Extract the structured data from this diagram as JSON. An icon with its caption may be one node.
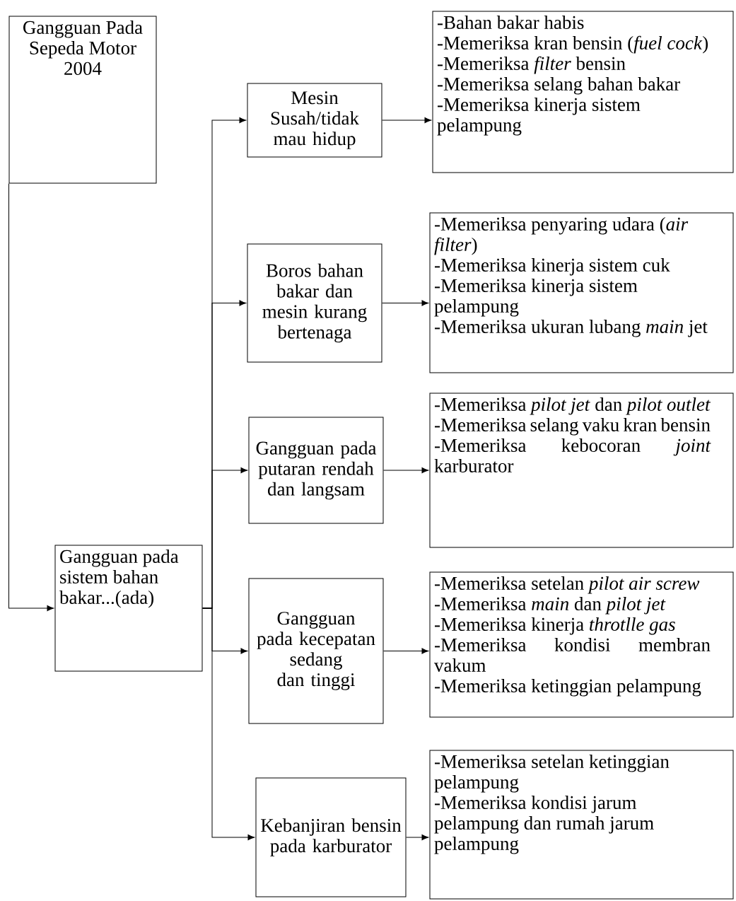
{
  "diagram": {
    "nodes": [
      {
        "text": [
          "Gangguan Pada Sepeda Motor 2004"
        ]
      },
      {
        "text": [
          "Gangguan pada sistem bahan bakar...(ada)"
        ]
      },
      {
        "text": [
          "Mesin Susah/tidak mau hidup"
        ]
      },
      {
        "text": [
          "Boros bahan bakar dan mesin kurang bertenaga"
        ]
      },
      {
        "text": [
          "Gangguan pada putaran rendah dan langsam"
        ]
      },
      {
        "text": [
          "Gangguan pada kecepatan sedang dan tinggi"
        ]
      },
      {
        "text": [
          "Kebanjiran bensin pada karburator"
        ]
      },
      {
        "text": [
          "-Bahan bakar habis",
          "-Memeriksa kran bensin (*fuel cock*)",
          "-Memeriksa *filter* bensin",
          "-Memeriksa selang bahan bakar",
          "-Memeriksa kinerja sistem pelampung"
        ]
      },
      {
        "text": [
          "-Memeriksa penyaring udara (*air filter*)",
          "-Memeriksa kinerja sistem cuk",
          "-Memeriksa kinerja sistem pelampung",
          "-Memeriksa ukuran lubang *main* jet"
        ]
      },
      {
        "text": [
          "-Memeriksa *pilot jet* dan *pilot outlet*",
          "-Memeriksa selang vaku kran bensin",
          "-Memeriksa kebocoran *joint* karburator"
        ]
      },
      {
        "text": [
          "-Memeriksa setelan *pilot air screw*",
          "-Memeriksa *main* dan *pilot jet*",
          "-Memeriksa kinerja *throtlle gas*",
          "-Memeriksa kondisi membran vakum",
          "-Memeriksa ketinggian pelampung"
        ]
      },
      {
        "text": [
          "-Memeriksa setelan ketinggian pelampung",
          "-Memeriksa kondisi jarum pelampung dan rumah jarum pelampung"
        ]
      }
    ],
    "edges": [
      {
        "from": 0,
        "to": 1,
        "arrow": "to"
      },
      {
        "from": 1,
        "to": 2,
        "arrow": "to"
      },
      {
        "from": 1,
        "to": 3,
        "arrow": "to"
      },
      {
        "from": 1,
        "to": 4,
        "arrow": "to"
      },
      {
        "from": 1,
        "to": 5,
        "arrow": "to"
      },
      {
        "from": 1,
        "to": 6,
        "arrow": "to"
      },
      {
        "from": 2,
        "to": 7,
        "arrow": "to"
      },
      {
        "from": 3,
        "to": 8,
        "arrow": "to"
      },
      {
        "from": 4,
        "to": 9,
        "arrow": "to"
      },
      {
        "from": 5,
        "to": 10,
        "arrow": "to"
      },
      {
        "from": 6,
        "to": 11,
        "arrow": "to"
      }
    ]
  }
}
